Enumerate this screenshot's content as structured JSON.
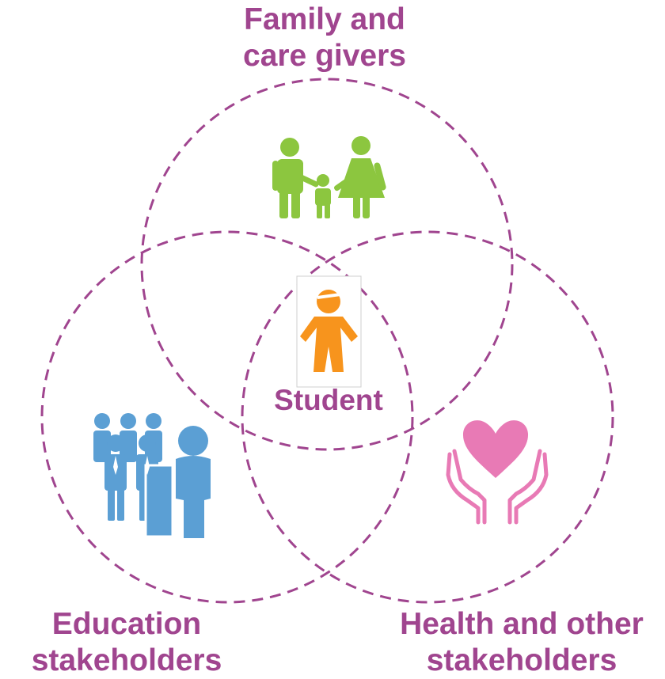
{
  "colors": {
    "accent": "#a0458f",
    "family_icon": "#8cc63f",
    "student_icon": "#f7941d",
    "education_icon": "#5b9fd4",
    "health_icon": "#e87ab5"
  },
  "labels": {
    "family": [
      "Family and",
      "care givers"
    ],
    "education": [
      "Education",
      "stakeholders"
    ],
    "health": [
      "Health and other",
      "stakeholders"
    ],
    "student": "Student"
  },
  "icons": {
    "family": "family-icon",
    "student": "student-icon",
    "education": "education-group-icon",
    "health": "heart-in-hands-icon"
  }
}
